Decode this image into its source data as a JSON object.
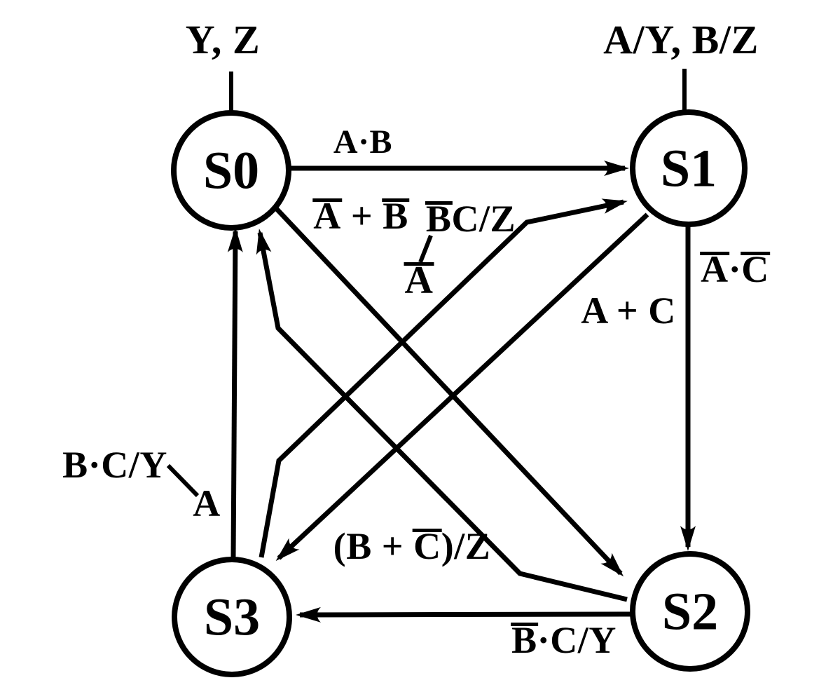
{
  "diagram_type": "finite-state-machine",
  "notation_note": "{X} = X with overline (logical NOT)",
  "colors": {
    "ink": "#000000",
    "background": "#ffffff"
  },
  "states": {
    "s0": {
      "name": "S0",
      "annotation": "Y, Z"
    },
    "s1": {
      "name": "S1",
      "annotation": "A/Y, B/Z"
    },
    "s2": {
      "name": "S2"
    },
    "s3": {
      "name": "S3"
    }
  },
  "edges": {
    "s0_to_s1": {
      "from": "S0",
      "to": "S1",
      "label": "A·B"
    },
    "s0_to_s2": {
      "from": "S0",
      "to": "S2",
      "label": "{A} + {B}"
    },
    "s1_to_s2": {
      "from": "S1",
      "to": "S2",
      "label": "{A}·{C}"
    },
    "s1_to_s3": {
      "from": "S1",
      "to": "S3",
      "label": "A + C"
    },
    "s2_to_s0": {
      "from": "S2",
      "to": "S0",
      "label": "(B + {C})/Z"
    },
    "s2_to_s3": {
      "from": "S2",
      "to": "S3",
      "label": "{B}·C/Y"
    },
    "s3_to_s0": {
      "from": "S3",
      "to": "S0",
      "label": "A",
      "output_note": "B·C/Y"
    },
    "s3_to_s1": {
      "from": "S3",
      "to": "S1",
      "label": "{A}",
      "output_note": "{B}C/Z"
    }
  }
}
